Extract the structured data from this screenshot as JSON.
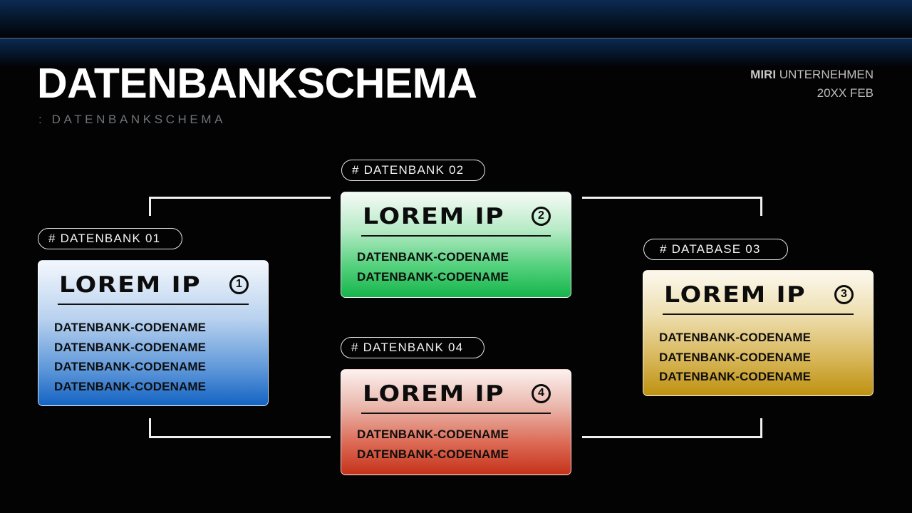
{
  "header": {
    "title": "DATENBANKSCHEMA",
    "subtitle": ": DATENBANKSCHEMA",
    "company_bold": "MIRI",
    "company_rest": " UNTERNEHMEN",
    "date": "20XX FEB"
  },
  "databases": [
    {
      "tag": "# DATENBANK 01",
      "title": "LOREM IP",
      "number": "1",
      "color": "#1463c3",
      "items": [
        "DATENBANK-CODENAME",
        "DATENBANK-CODENAME",
        "DATENBANK-CODENAME",
        "DATENBANK-CODENAME"
      ]
    },
    {
      "tag": "# DATENBANK 02",
      "title": "LOREM IP",
      "number": "2",
      "color": "#16b54b",
      "items": [
        "DATENBANK-CODENAME",
        "DATENBANK-CODENAME"
      ]
    },
    {
      "tag": "# DATABASE 03",
      "title": "LOREM IP",
      "number": "3",
      "color": "#be9110",
      "items": [
        "DATENBANK-CODENAME",
        "DATENBANK-CODENAME",
        "DATENBANK-CODENAME"
      ]
    },
    {
      "tag": "# DATENBANK 04",
      "title": "LOREM IP",
      "number": "4",
      "color": "#c5321a",
      "items": [
        "DATENBANK-CODENAME",
        "DATENBANK-CODENAME"
      ]
    }
  ],
  "connectors": [
    {
      "from": "DATENBANK 01",
      "to": "DATENBANK 02"
    },
    {
      "from": "DATENBANK 02",
      "to": "DATABASE 03"
    },
    {
      "from": "DATENBANK 01",
      "to": "DATENBANK 04"
    },
    {
      "from": "DATENBANK 04",
      "to": "DATABASE 03"
    }
  ]
}
